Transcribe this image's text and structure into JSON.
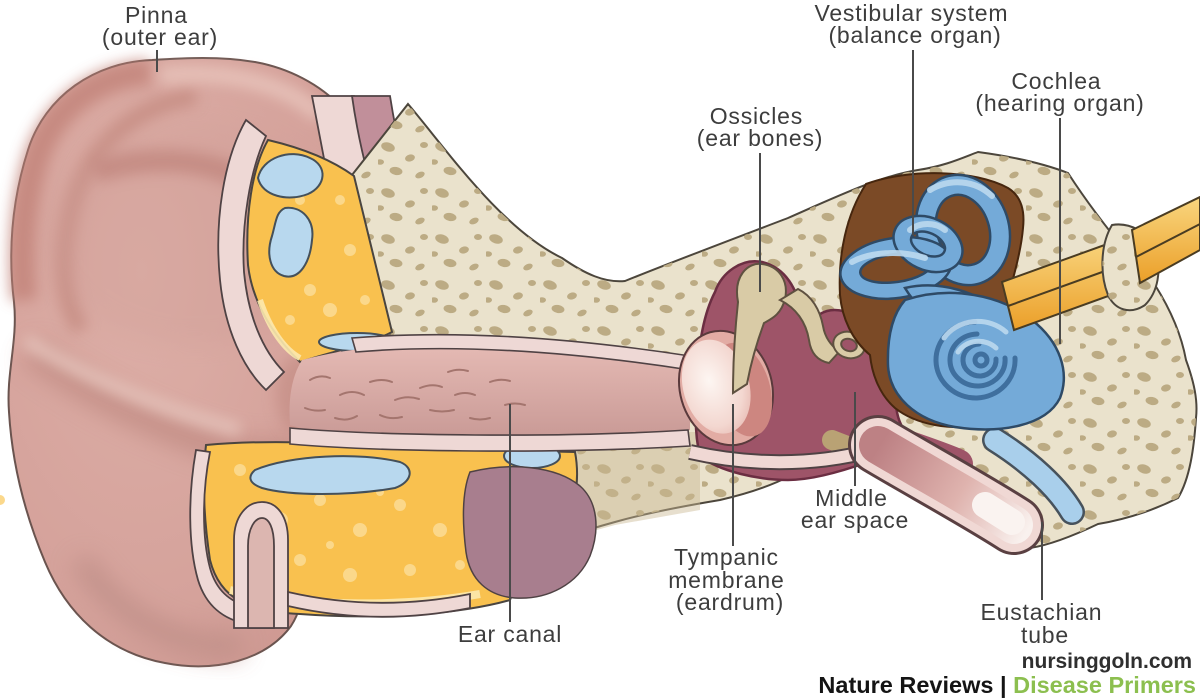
{
  "labels": {
    "pinna": {
      "lines": [
        "Pinna",
        "(outer ear)"
      ]
    },
    "vestibular": {
      "lines": [
        "Vestibular system",
        "(balance organ)"
      ]
    },
    "cochlea": {
      "lines": [
        "Cochlea",
        "(hearing organ)"
      ]
    },
    "ossicles": {
      "lines": [
        "Ossicles",
        "(ear bones)"
      ]
    },
    "middle_ear": {
      "lines": [
        "Middle",
        "ear space"
      ]
    },
    "tympanic": {
      "lines": [
        "Tympanic",
        "membrane",
        "(eardrum)"
      ]
    },
    "ear_canal": {
      "lines": [
        "Ear canal"
      ]
    },
    "eustachian": {
      "lines": [
        "Eustachian",
        "tube"
      ]
    }
  },
  "credits": {
    "watermark": "nursinggoln.com",
    "journal": "Nature Reviews",
    "separator": " | ",
    "series": "Disease Primers"
  },
  "colors": {
    "label_ink": "#3d3d3d",
    "credit_ink": "#141414",
    "series_green": "#8cbf4f",
    "skin_pink": "#d7a29b",
    "fat_yellow": "#f9c14f",
    "bone_beige": "#eae2cc",
    "middle_ear_maroon": "#9e5468",
    "inner_ear_blue": "#74aad8",
    "casing_brown": "#7b4a26",
    "nerve_gold": "#f2b445"
  }
}
